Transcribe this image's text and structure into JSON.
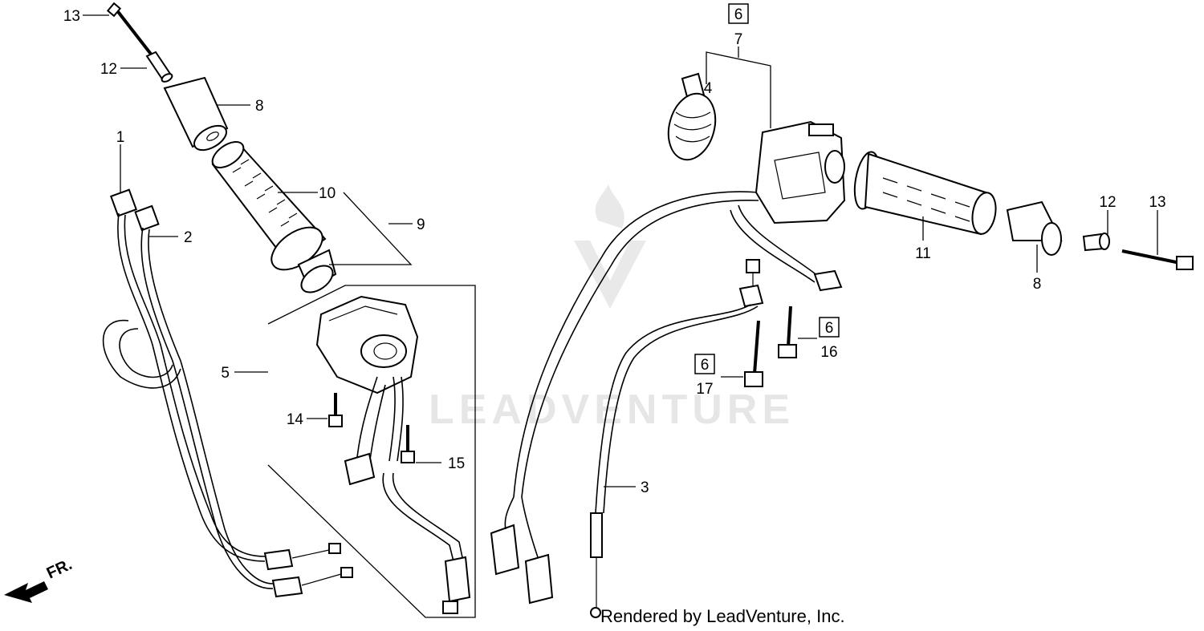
{
  "callouts": {
    "c1": "1",
    "c2": "2",
    "c3": "3",
    "c4": "4",
    "c5": "5",
    "c6a": "6",
    "c6b": "6",
    "c6c": "6",
    "c7": "7",
    "c8a": "8",
    "c8b": "8",
    "c9": "9",
    "c10": "10",
    "c11": "11",
    "c12a": "12",
    "c12b": "12",
    "c13a": "13",
    "c13b": "13",
    "c14": "14",
    "c15": "15",
    "c16": "16",
    "c17": "17"
  },
  "direction_label": "FR.",
  "watermark": "LEADVENTURE",
  "footer": "Rendered by LeadVenture, Inc."
}
